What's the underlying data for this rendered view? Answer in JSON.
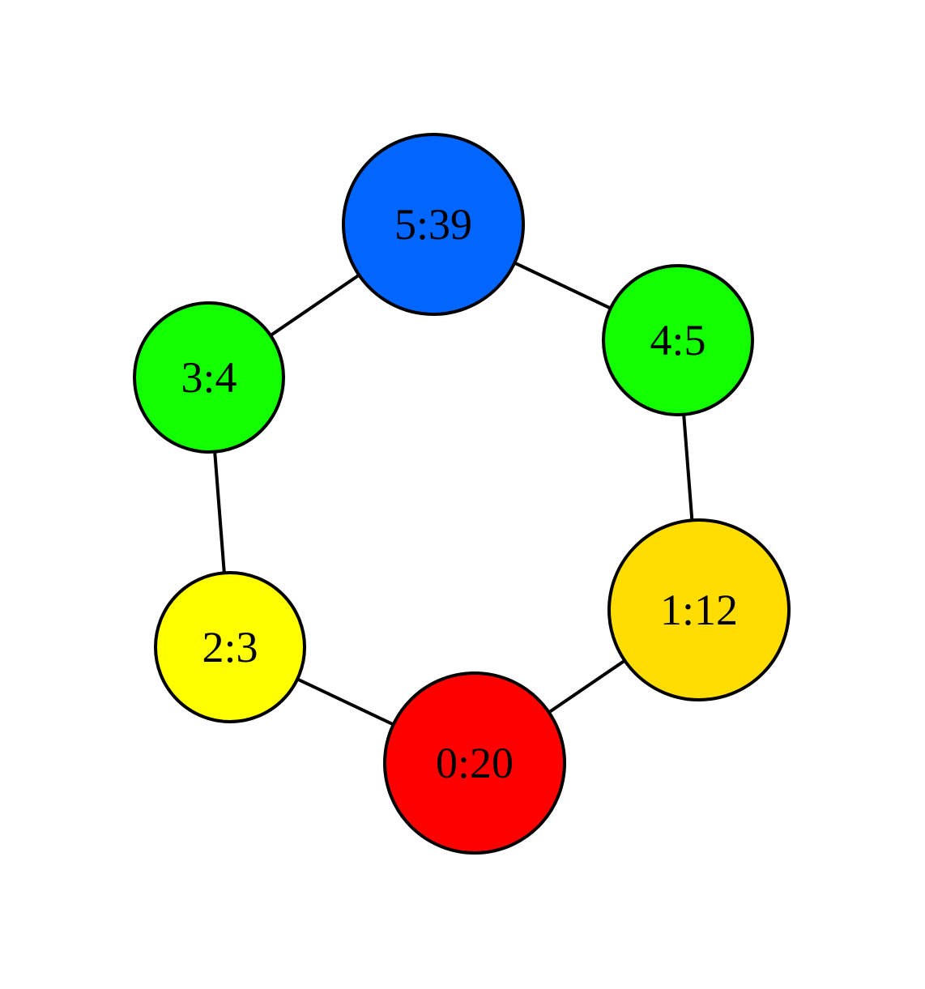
{
  "nodes": [
    {
      "id": "5",
      "label": "5:39",
      "color": "#0066ff"
    },
    {
      "id": "4",
      "label": "4:5",
      "color": "#11ff00"
    },
    {
      "id": "3",
      "label": "3:4",
      "color": "#11ff00"
    },
    {
      "id": "1",
      "label": "1:12",
      "color": "#ffdd00"
    },
    {
      "id": "2",
      "label": "2:3",
      "color": "#ffff00"
    },
    {
      "id": "0",
      "label": "0:20",
      "color": "#ff0000"
    }
  ],
  "edges": [
    {
      "from": "5",
      "to": "4"
    },
    {
      "from": "5",
      "to": "3"
    },
    {
      "from": "4",
      "to": "1"
    },
    {
      "from": "3",
      "to": "2"
    },
    {
      "from": "1",
      "to": "0"
    },
    {
      "from": "2",
      "to": "0"
    }
  ]
}
